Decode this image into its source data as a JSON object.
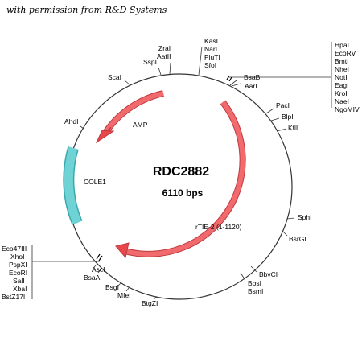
{
  "caption": "with permission from R&D Systems",
  "plasmid": {
    "name": "RDC2882",
    "size": "6110 bps"
  },
  "features": [
    {
      "label": "AMP",
      "color": "#e8474b"
    },
    {
      "label": "COLE1",
      "color": "#56c5c8"
    },
    {
      "label": "rTIE-2 (1-1120)",
      "color": "#e8474b"
    }
  ],
  "sites": {
    "top": [
      "KasI",
      "NarI",
      "PluTI",
      "SfoI"
    ],
    "zral_aatii": [
      "ZraI",
      "AatII"
    ],
    "sspi": "SspI",
    "scai": "ScaI",
    "ahdi": "AhdI",
    "bsabi": "BsaBI",
    "aari": "AarI",
    "right_box": [
      "HpaI",
      "EcoRV",
      "BmtI",
      "NheI",
      "NotI",
      "EagI",
      "KroI",
      "NaeI",
      "NgoMIV"
    ],
    "paci": "PacI",
    "blpi": "BlpI",
    "kfli": "KflI",
    "sphi": "SphI",
    "bsrgi": "BsrGI",
    "bbvci": "BbvCI",
    "bbsi_bsmi": [
      "BbsI",
      "BsmI"
    ],
    "btgzi": "BtgZI",
    "bsgi": "BsgI",
    "mfei": "MfeI",
    "asci": "AscI",
    "bsaai": "BsaAI",
    "left_box": [
      "Eco47III",
      "XhoI",
      "PspXI",
      "EcoRI",
      "SalI",
      "XbaI",
      "BstZ17I"
    ]
  }
}
